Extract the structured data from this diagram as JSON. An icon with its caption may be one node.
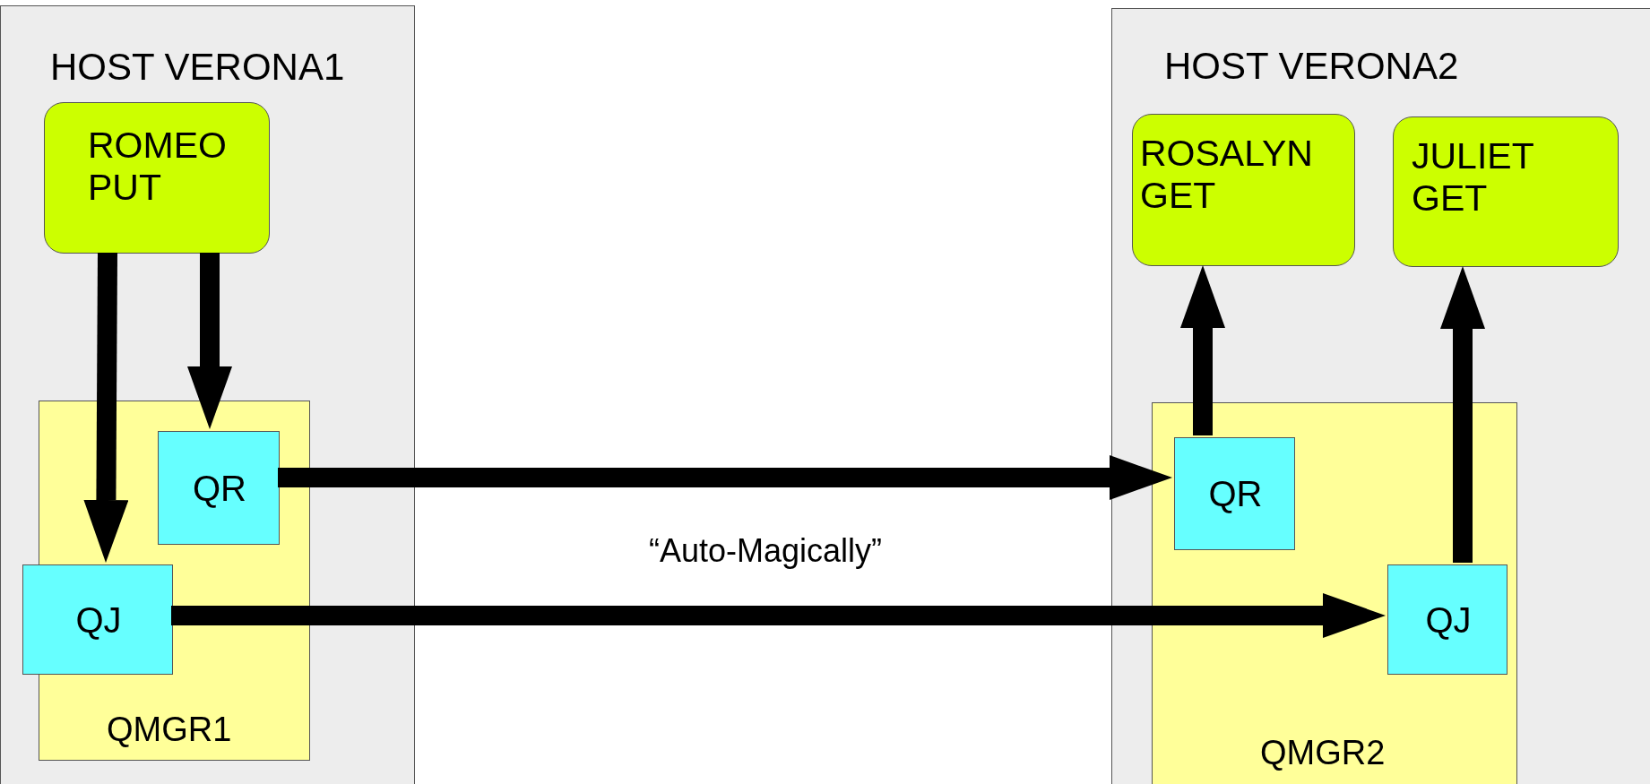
{
  "diagram": {
    "nodes": [
      {
        "text": [
          "HOST VERONA1"
        ]
      },
      {
        "text": [
          "ROMEO PUT"
        ],
        "in": 0
      },
      {
        "text": [
          "QMGR1"
        ],
        "in": 0
      },
      {
        "text": [
          "QR"
        ],
        "in": 2
      },
      {
        "text": [
          "QJ"
        ],
        "in": 2
      },
      {
        "text": [
          "HOST VERONA2"
        ]
      },
      {
        "text": [
          "ROSALYN GET"
        ],
        "in": 5
      },
      {
        "text": [
          "JULIET GET"
        ],
        "in": 5
      },
      {
        "text": [
          "QMGR2"
        ],
        "in": 5
      },
      {
        "text": [
          "QR"
        ],
        "in": 8
      },
      {
        "text": [
          "QJ"
        ],
        "in": 8
      }
    ],
    "edges": [
      {
        "from": 1,
        "to": 4,
        "arrow": "to"
      },
      {
        "from": 1,
        "to": 3,
        "arrow": "to"
      },
      {
        "from": 3,
        "to": 9,
        "arrow": "to"
      },
      {
        "from": 4,
        "to": 10,
        "arrow": "to"
      },
      {
        "from": 9,
        "to": 6,
        "arrow": "to"
      },
      {
        "from": 10,
        "to": 7,
        "arrow": "to"
      }
    ],
    "labels": [
      "“Auto-Magically”"
    ]
  }
}
